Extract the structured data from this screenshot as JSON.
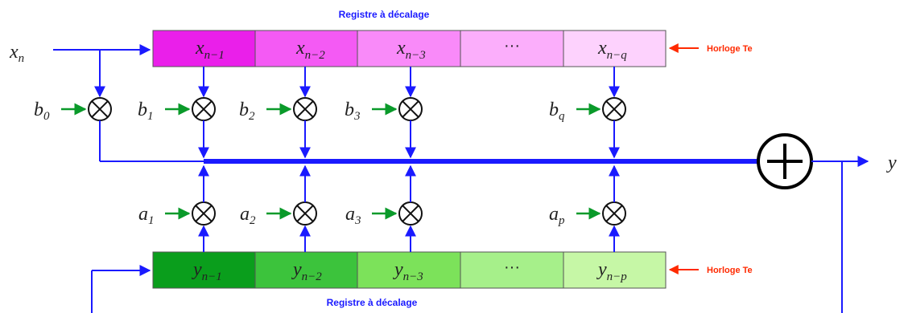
{
  "titles": {
    "top": "Registre à décalage",
    "bottom": "Registre à décalage"
  },
  "clocks": {
    "top": "Horloge Te",
    "bottom": "Horloge Te"
  },
  "input": {
    "main": "x",
    "sub": "n"
  },
  "output": {
    "main": "y"
  },
  "top_cells": [
    {
      "main": "x",
      "sub": "n−1",
      "color": "#ea1fea"
    },
    {
      "main": "x",
      "sub": "n−2",
      "color": "#f45af4"
    },
    {
      "main": "x",
      "sub": "n−3",
      "color": "#f98af9"
    },
    {
      "main": "···",
      "sub": "",
      "color": "#fbaefb"
    },
    {
      "main": "x",
      "sub": "n−q",
      "color": "#fdd2fd"
    }
  ],
  "bottom_cells": [
    {
      "main": "y",
      "sub": "n−1",
      "color": "#0a9e1c"
    },
    {
      "main": "y",
      "sub": "n−2",
      "color": "#3cc33c"
    },
    {
      "main": "y",
      "sub": "n−3",
      "color": "#7ce25a"
    },
    {
      "main": "···",
      "sub": "",
      "color": "#a6f08a"
    },
    {
      "main": "y",
      "sub": "n−p",
      "color": "#c6f7a6"
    }
  ],
  "b_coeffs": [
    {
      "main": "b",
      "sub": "0"
    },
    {
      "main": "b",
      "sub": "1"
    },
    {
      "main": "b",
      "sub": "2"
    },
    {
      "main": "b",
      "sub": "3"
    },
    {
      "main": "b",
      "sub": "q"
    }
  ],
  "a_coeffs": [
    {
      "main": "a",
      "sub": "1"
    },
    {
      "main": "a",
      "sub": "2"
    },
    {
      "main": "a",
      "sub": "3"
    },
    {
      "main": "a",
      "sub": "p"
    }
  ],
  "colors": {
    "signal": "#1a1aff",
    "coefficient": "#0a9a2a",
    "clock": "#ff2a00",
    "operator": "#111111"
  }
}
